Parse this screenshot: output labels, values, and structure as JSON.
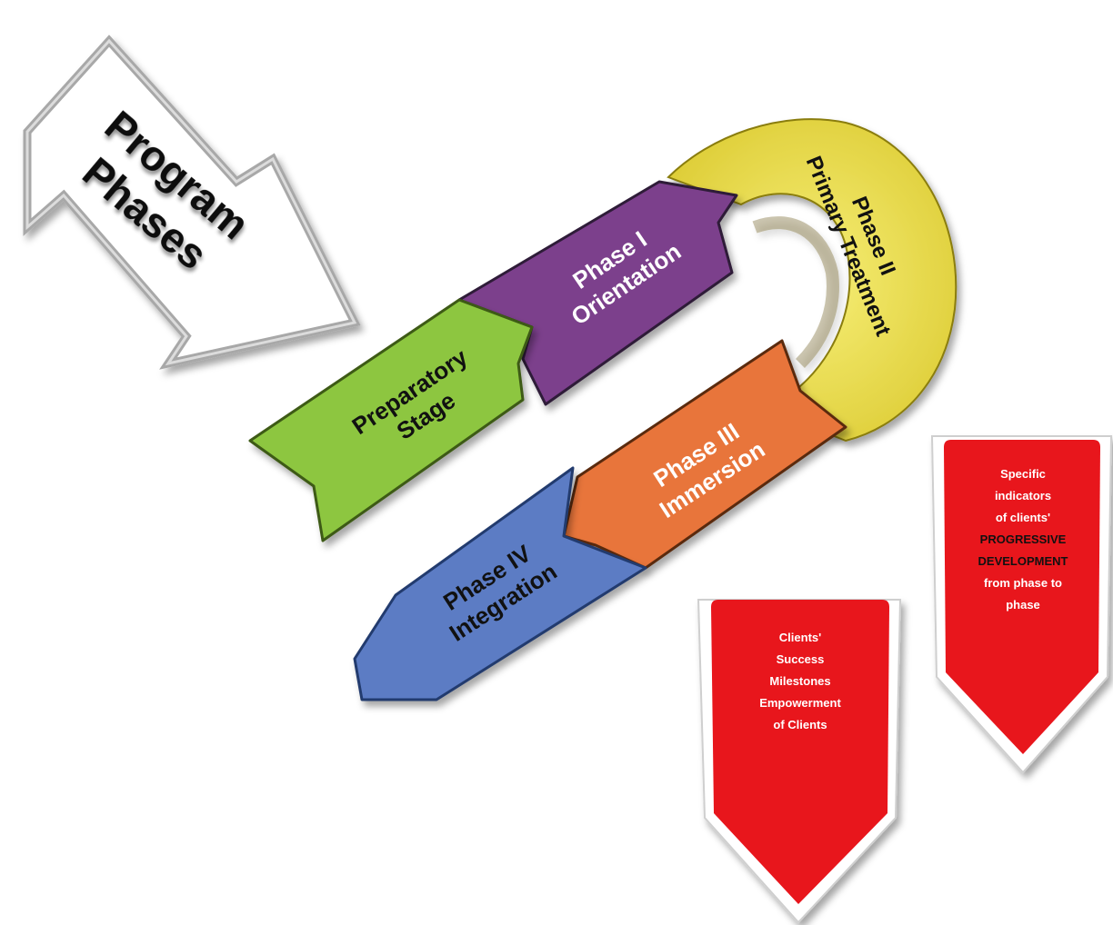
{
  "title": {
    "line1": "Program",
    "line2": "Phases"
  },
  "stages": [
    {
      "id": "preparatory",
      "line1": "Preparatory",
      "line2": "Stage",
      "color": "#8dc63f"
    },
    {
      "id": "phase1",
      "line1": "Phase I",
      "line2": "Orientation",
      "color": "#7b3f8c"
    },
    {
      "id": "phase2",
      "line1": "Phase II",
      "line2": "Primary Treatment",
      "color": "#f2e64b"
    },
    {
      "id": "phase3",
      "line1": "Phase III",
      "line2": "Immersion",
      "color": "#e8743b"
    },
    {
      "id": "phase4",
      "line1": "Phase IV",
      "line2": "Integration",
      "color": "#5b7cc4"
    }
  ],
  "tags": [
    {
      "id": "milestones",
      "color": "#e8121e",
      "lines": [
        "Clients'",
        "Success",
        "Milestones",
        "Empowerment",
        "of Clients"
      ]
    },
    {
      "id": "indicators",
      "color": "#e8121e",
      "lines": [
        "Specific",
        "indicators",
        "of clients'",
        "PROGRESSIVE",
        "DEVELOPMENT",
        "from phase to",
        "phase"
      ]
    }
  ]
}
